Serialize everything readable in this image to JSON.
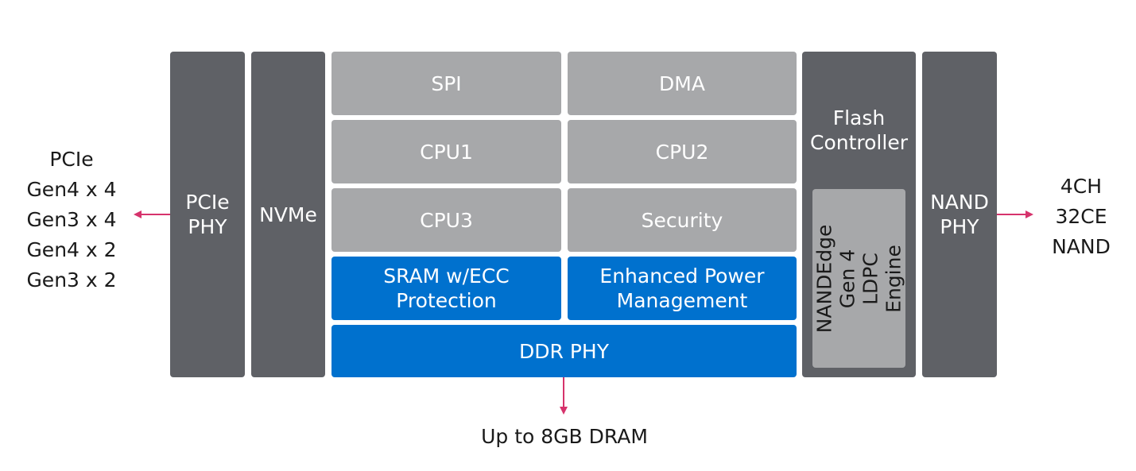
{
  "left_interface": {
    "lines": [
      "PCIe",
      "Gen4 x 4",
      "Gen3 x 4",
      "Gen4 x 2",
      "Gen3 x 2"
    ]
  },
  "right_interface": {
    "lines": [
      "4CH",
      "32CE",
      "NAND"
    ]
  },
  "bottom_interface": {
    "label": "Up to 8GB DRAM"
  },
  "blocks": {
    "pcie_phy": "PCIe\nPHY",
    "nvme": "NVMe",
    "spi": "SPI",
    "dma": "DMA",
    "cpu1": "CPU1",
    "cpu2": "CPU2",
    "cpu3": "CPU3",
    "security": "Security",
    "sram": "SRAM w/ECC\nProtection",
    "power": "Enhanced Power\nManagement",
    "ddr_phy": "DDR PHY",
    "flash_controller": "Flash\nController",
    "ldpc_engine": "NANDEdge\nGen 4\nLDPC Engine",
    "nand_phy": "NAND\nPHY"
  },
  "colors": {
    "dark_block": "#5f6166",
    "gray_block": "#a7a8aa",
    "blue_block": "#0071ce",
    "arrow": "#d6336c"
  }
}
